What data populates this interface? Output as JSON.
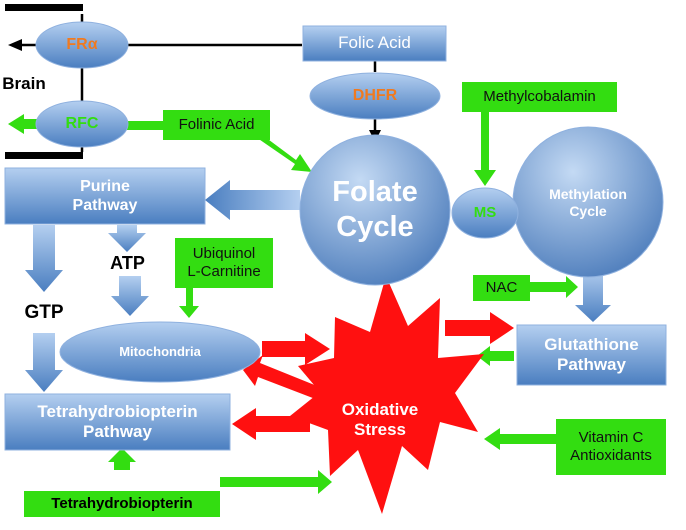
{
  "colors": {
    "blue_light": "#a9c7ea",
    "blue_dark": "#3f72b2",
    "green": "#33dd11",
    "red": "#ff1010",
    "orange": "#f07a20",
    "black": "#000000"
  },
  "nodes": {
    "folic_acid": "Folic Acid",
    "fra": "FRα",
    "dhfr": "DHFR",
    "rfc": "RFC",
    "methylcobalamin": "Methylcobalamin",
    "folinic_acid": "Folinic Acid",
    "folate_cycle": "Folate\nCycle",
    "ms": "MS",
    "methylation_cycle": "Methylation\nCycle",
    "purine_pathway": "Purine\nPathway",
    "atp": "ATP",
    "gtp": "GTP",
    "ubiquinol": "Ubiquinol\nL-Carnitine",
    "nac": "NAC",
    "mitochondria": "Mitochondria",
    "glutathione_pathway": "Glutathione\nPathway",
    "oxidative_stress": "Oxidative\nStress",
    "tetrahydrobiopterin_pathway": "Tetrahydrobiopterin\nPathway",
    "vitamin_c": "Vitamin C\nAntioxidants",
    "tetrahydrobiopterin": "Tetrahydrobiopterin",
    "brain": "Brain"
  }
}
